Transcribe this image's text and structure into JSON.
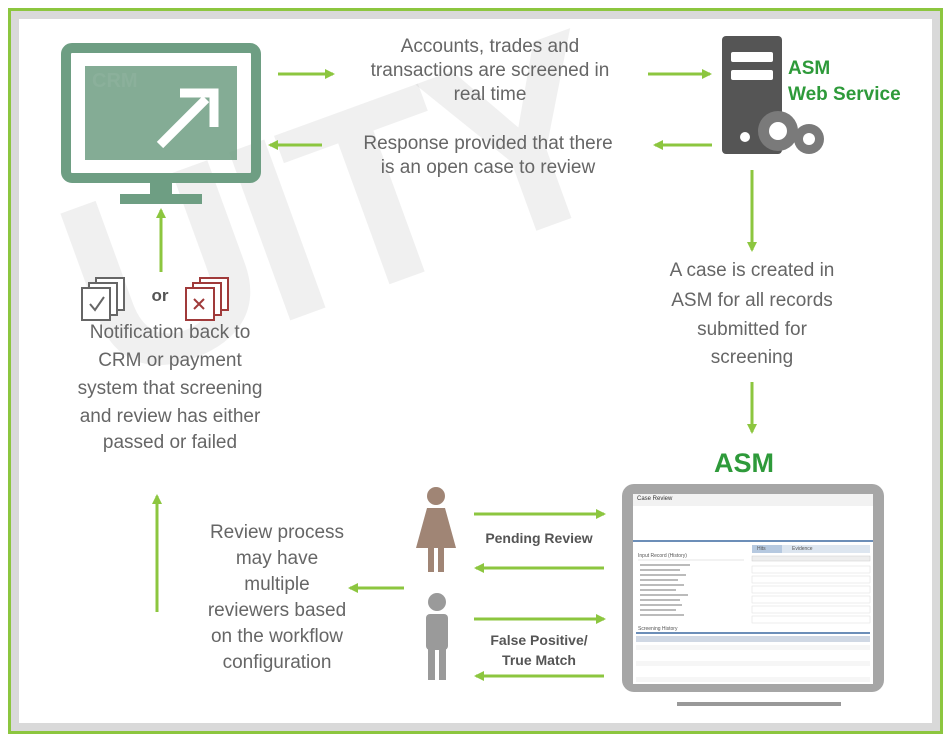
{
  "crm": {
    "label": "CRM"
  },
  "asm_service": {
    "line1": "ASM",
    "line2": "Web Service"
  },
  "asm_title": "ASM",
  "flow": {
    "screened": [
      "Accounts, trades and",
      "transactions are screened in",
      "real time"
    ],
    "response": [
      "Response provided that there",
      "is an open case to review"
    ],
    "case_created": [
      "A case is created in",
      "ASM for all records",
      "submitted for",
      "screening"
    ],
    "notification": [
      "Notification back to",
      "CRM or payment",
      "system that screening",
      "and review has either",
      "passed or failed"
    ],
    "or": "or",
    "review_process": [
      "Review process",
      "may have",
      "multiple",
      "reviewers based",
      "on the workflow",
      "configuration"
    ],
    "pending_review": "Pending Review",
    "false_positive": [
      "False Positive/",
      "True Match"
    ]
  },
  "colors": {
    "green": "#8cc63f",
    "dark_green": "#2e9a3a",
    "crm_green": "#6e9e83",
    "grey_text": "#666666",
    "person": "#9a9a9a",
    "person_female": "#a08575",
    "fail_red": "#a03a3a"
  },
  "icons": {
    "crm": "monitor-arrow-icon",
    "server": "server-gears-icon",
    "pass": "checked-documents-icon",
    "fail": "failed-documents-icon",
    "reviewer1": "female-person-icon",
    "reviewer2": "male-person-icon"
  },
  "screenshot": {
    "header": "Case Review",
    "tab_one": "Hits",
    "tab_two": "Evidence",
    "section_one": "Input Record (History)",
    "section_two": "Screening History"
  }
}
